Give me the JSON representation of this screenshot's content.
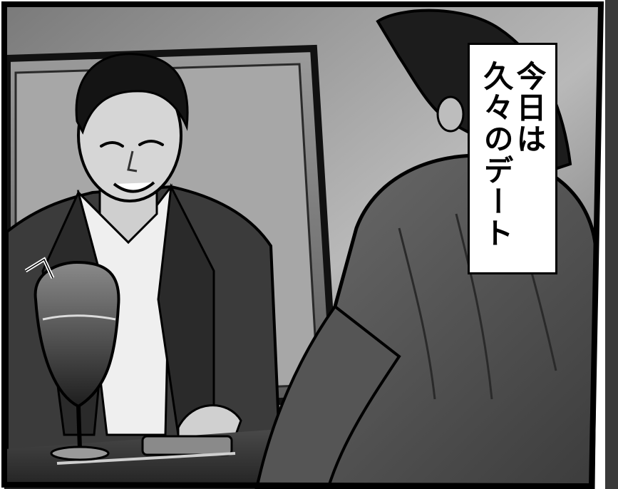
{
  "panel": {
    "caption_lines": [
      "今日は",
      "久々のデート"
    ]
  },
  "illustration": {
    "style": "grayscale manga panel",
    "subjects": [
      "smiling-man-icon",
      "woman-back-icon",
      "wine-glass-icon",
      "window-frame-icon"
    ]
  },
  "colors": {
    "ink": "#000000",
    "paper": "#ffffff"
  }
}
